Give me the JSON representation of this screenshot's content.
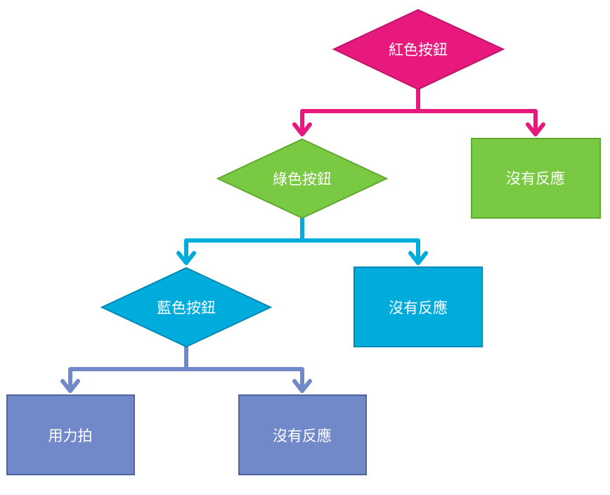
{
  "colors": {
    "red": "#e8197c",
    "red_edge": "#c0146a",
    "green": "#7ac943",
    "green_edge": "#62a832",
    "blue": "#00acdc",
    "blue_edge": "#0089b4",
    "purple": "#7189c8",
    "purple_edge": "#4e669f"
  },
  "nodes": {
    "red_decision": "紅色按鈕",
    "red_no_response": "沒有反應",
    "green_decision": "綠色按鈕",
    "green_no_response": "沒有反應",
    "blue_decision": "藍色按鈕",
    "blue_no_response": "沒有反應",
    "hit_hard": "用力拍"
  }
}
